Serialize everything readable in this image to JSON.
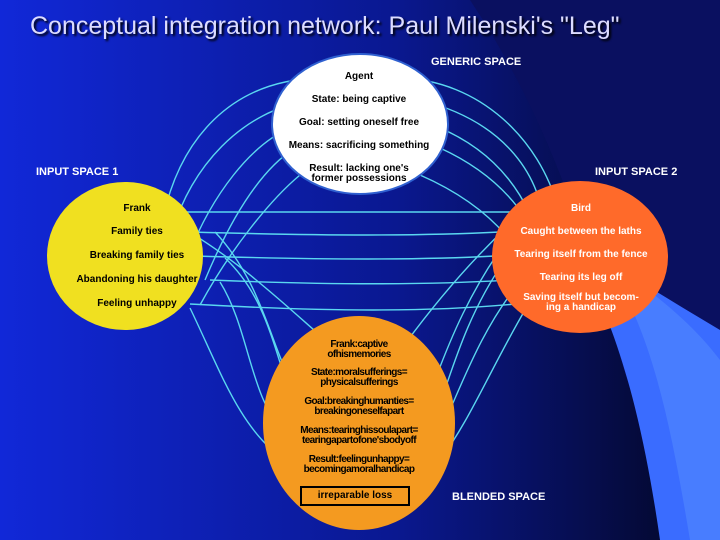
{
  "title": "Conceptual integration network: Paul Milenski's \"Leg\"",
  "colors": {
    "background": "#0b1a8a",
    "accent_band": "#3a6cff",
    "input1_fill": "#f0e020",
    "input2_fill": "#ff6a2a",
    "blended_fill": "#f49a20",
    "connector": "#5ad7f0",
    "generic_fill": "#ffffff"
  },
  "generic_space": {
    "label": "GENERIC SPACE",
    "items": [
      "Agent",
      "State: being captive",
      "Goal: setting oneself free",
      "Means: sacrificing something",
      [
        "Result: lacking one's",
        "former possessions"
      ]
    ]
  },
  "input_space_1": {
    "label": "INPUT SPACE 1",
    "items": [
      "Frank",
      "Family ties",
      "Breaking family ties",
      "Abandoning his daughter",
      "Feeling unhappy"
    ]
  },
  "input_space_2": {
    "label": "INPUT SPACE 2",
    "items": [
      "Bird",
      "Caught between the laths",
      "Tearing itself from the fence",
      "Tearing its leg off",
      [
        "Saving itself but becom-",
        "ing a handicap"
      ]
    ]
  },
  "blended_space": {
    "label": "BLENDED SPACE",
    "items": [
      [
        "Frank:captive",
        "ofhismemories"
      ],
      [
        "State:moralsufferings=",
        "physicalsufferings"
      ],
      [
        "Goal:breakinghumanties=",
        "breakingoneselfapart"
      ],
      [
        "Means:tearinghissoulapart=",
        "tearingapartofone'sbodyoff"
      ],
      [
        "Result:feelingunhappy=",
        "becomingamoralhandicap"
      ]
    ],
    "emphasis": "irreparable loss"
  }
}
